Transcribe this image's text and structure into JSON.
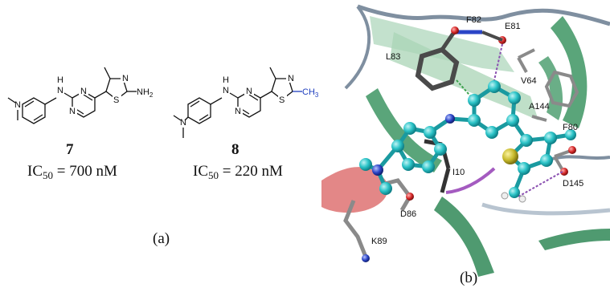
{
  "figure": {
    "panel_a": {
      "label": "(a)",
      "compound_7": {
        "number": "7",
        "ic50_prefix": "IC",
        "ic50_sub": "50",
        "ic50_value": " = 700 nM",
        "atoms": {
          "n_dimethyl": "N",
          "nh": "H",
          "nh_n": "N",
          "ring_n1": "N",
          "ring_n2": "N",
          "thiazole_n": "N",
          "thiazole_s": "S",
          "nh2": "NH",
          "nh2_sub": "2"
        }
      },
      "compound_8": {
        "number": "8",
        "ic50_prefix": "IC",
        "ic50_sub": "50",
        "ic50_value": " = 220 nM",
        "atoms": {
          "n_dimethyl": "N",
          "nh": "H",
          "nh_n": "N",
          "ring_n1": "N",
          "ring_n2": "N",
          "thiazole_n": "N",
          "thiazole_s": "S",
          "ch3": "CH",
          "ch3_sub": "3"
        }
      }
    },
    "panel_b": {
      "label": "(b)",
      "residues": {
        "f82": "F82",
        "e81": "E81",
        "l83": "L83",
        "v64": "V64",
        "a144": "A144",
        "f80": "F80",
        "i10": "I10",
        "d145": "D145",
        "d86": "D86",
        "k89": "K89"
      },
      "colors": {
        "ribbon_green": "#5aa57a",
        "ribbon_light": "#b9dcc4",
        "helix_red": "#e07a7a",
        "loop_gray": "#7f8fa0",
        "ligand_cyan": "#2cc4c8",
        "sulfur": "#c6b92a",
        "hbond": "#8a4fb0",
        "oxygen": "#d62828",
        "nitrogen": "#2b45c7"
      }
    }
  }
}
